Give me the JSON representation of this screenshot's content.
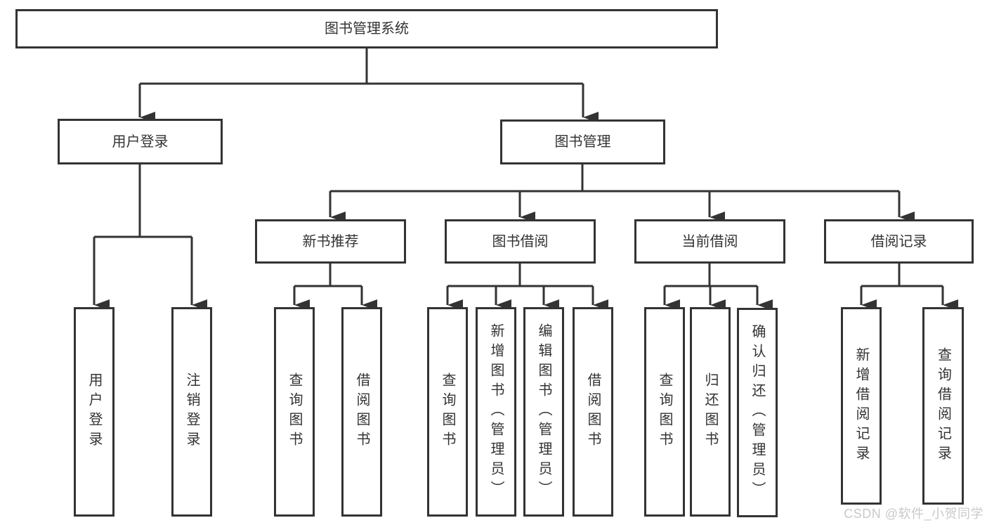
{
  "diagram": {
    "root": "图书管理系统",
    "level2": {
      "user_login": "用户登录",
      "book_management": "图书管理"
    },
    "level3": {
      "new_book_recommend": "新书推荐",
      "book_borrow": "图书借阅",
      "current_borrow": "当前借阅",
      "borrow_records": "借阅记录"
    },
    "leaves": {
      "user_login": [
        "用户登录",
        "注销登录"
      ],
      "new_book_recommend": [
        "查询图书",
        "借阅图书"
      ],
      "book_borrow": [
        "查询图书",
        "新增图书（管理员）",
        "编辑图书（管理员）",
        "借阅图书"
      ],
      "current_borrow": [
        "查询图书",
        "归还图书",
        "确认归还（管理员）"
      ],
      "borrow_records": [
        "新增借阅记录",
        "查询借阅记录"
      ]
    }
  },
  "colors": {
    "line": "#333333",
    "box_background": "#ffffff",
    "text": "#333333",
    "watermark": "#c9c9c9"
  },
  "watermark": "CSDN @软件_小贺同学"
}
